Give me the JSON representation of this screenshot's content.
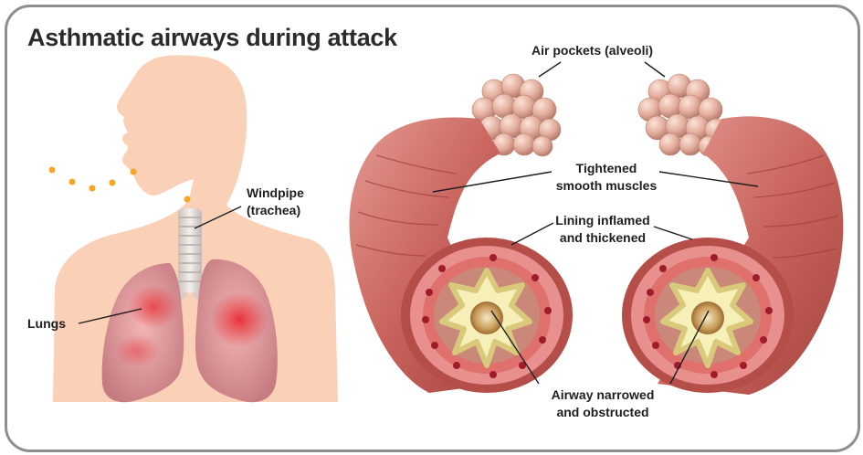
{
  "title": "Asthmatic airways during attack",
  "labels": {
    "windpipe_line1": "Windpipe",
    "windpipe_line2": "(trachea)",
    "lungs": "Lungs",
    "alveoli": "Air pockets (alveoli)",
    "muscles_line1": "Tightened",
    "muscles_line2": "smooth muscles",
    "lining_line1": "Lining inflamed",
    "lining_line2": "and thickened",
    "airway_line1": "Airway narrowed",
    "airway_line2": "and obstructed"
  },
  "colors": {
    "skin": "#fad0b7",
    "lung": "#e8a3a6",
    "inflamed": "#e8323a",
    "bronchus": "#cf6f67",
    "mucus": "#f4e7a8",
    "alveoli": "#e7b9a9",
    "allergen": "#f5a623"
  }
}
